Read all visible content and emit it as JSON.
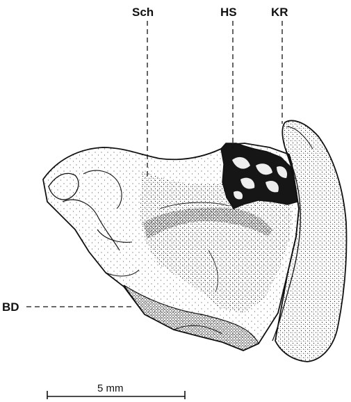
{
  "labels": {
    "sch": "Sch",
    "hs": "HS",
    "kr": "KR",
    "bd": "BD"
  },
  "scale_bar": {
    "label": "5 mm"
  }
}
